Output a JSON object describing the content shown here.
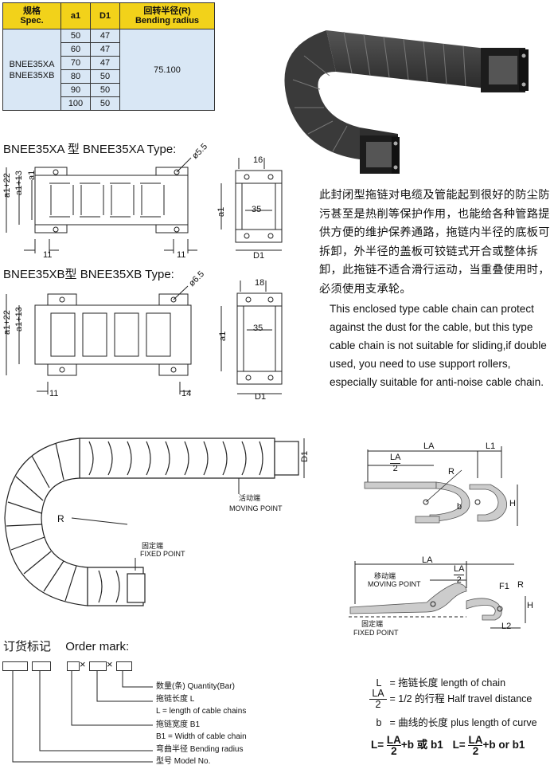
{
  "table": {
    "h_spec_cn": "规格",
    "h_spec_en": "Spec.",
    "h_a1": "a1",
    "h_d1": "D1",
    "h_r_cn": "回转半径(R)",
    "h_r_en": "Bending radius",
    "models": [
      "BNEE35XA",
      "BNEE35XB"
    ],
    "rows": [
      {
        "a1": "50",
        "d1": "47"
      },
      {
        "a1": "60",
        "d1": "47"
      },
      {
        "a1": "70",
        "d1": "47"
      },
      {
        "a1": "80",
        "d1": "50"
      },
      {
        "a1": "90",
        "d1": "50"
      },
      {
        "a1": "100",
        "d1": "50"
      }
    ],
    "radius": "75.100"
  },
  "xa": {
    "title": "BNEE35XA 型    BNEE35XA Type:",
    "hole": "ø5.5",
    "a1_22": "a1+22",
    "a1_13": "a1+13",
    "a1": "a1",
    "left": "11",
    "right": "11",
    "w16": "16",
    "w35": "35",
    "d1": "D1"
  },
  "xb": {
    "title": "BNEE35XB型    BNEE35XB Type:",
    "hole": "ø6.5",
    "a1_22": "a1+22",
    "a1_13": "a1+13",
    "a1": "a1",
    "left": "11",
    "right": "14",
    "w18": "18",
    "w35": "35",
    "d1": "D1"
  },
  "desc_cn": "此封闭型拖链对电缆及管能起到很好的防尘防污甚至是热削等保护作用，也能给各种管路提供方便的维护保养通路，拖链内半径的底板可拆卸，外半径的盖板可铰链式开合或整体拆卸，此拖链不适合滑行运动，当重叠使用时，必须使用支承轮。",
  "desc_en": "This enclosed type cable chain can protect against the dust for the cable, but this type cable chain is not suitable for sliding,if double used, you need to use support rollers, especially suitable for anti-noise cable chain.",
  "chain": {
    "moving_cn": "活动端",
    "moving_en": "MOVING POINT",
    "fixed_cn": "固定端",
    "fixed_en": "FIXED POINT",
    "r": "R",
    "d1": "D1"
  },
  "travel1": {
    "la": "LA",
    "la_half_top": "LA",
    "la_half_bot": "2",
    "l1": "L1",
    "r": "R",
    "b": "b",
    "h": "H"
  },
  "travel2": {
    "la": "LA",
    "la_half_top": "LA",
    "la_half_bot": "2",
    "moving_cn": "移动端",
    "moving_en": "MOVING POINT",
    "fixed_cn": "固定端",
    "fixed_en": "FIXED POINT",
    "f1": "F1",
    "r": "R",
    "h": "H",
    "l2": "L2"
  },
  "order": {
    "title_cn": "订货标记",
    "title_en": "Order mark:",
    "sep": "×",
    "items": [
      "数量(条) Quantity(Bar)",
      "拖链长度 L",
      "L = length of cable chains",
      "拖链宽度 B1",
      "B1 = Width of cable chain",
      "弯曲半径 Bending radius",
      "型号 Model No."
    ]
  },
  "legend": {
    "l_sym": "L",
    "l_text": "= 拖链长度  length of chain",
    "la_top": "LA",
    "la_bot": "2",
    "la_text": "= 1/2 的行程  Half travel distance",
    "b_sym": "b",
    "b_text": "= 曲线的长度  plus length of curve",
    "f1_prefix": "L=",
    "f1_top": "LA",
    "f1_bot": "2",
    "f1_suffix": "+b 或 b1",
    "f2_prefix": "L=",
    "f2_top": "LA",
    "f2_bot": "2",
    "f2_suffix": "+b or b1"
  }
}
